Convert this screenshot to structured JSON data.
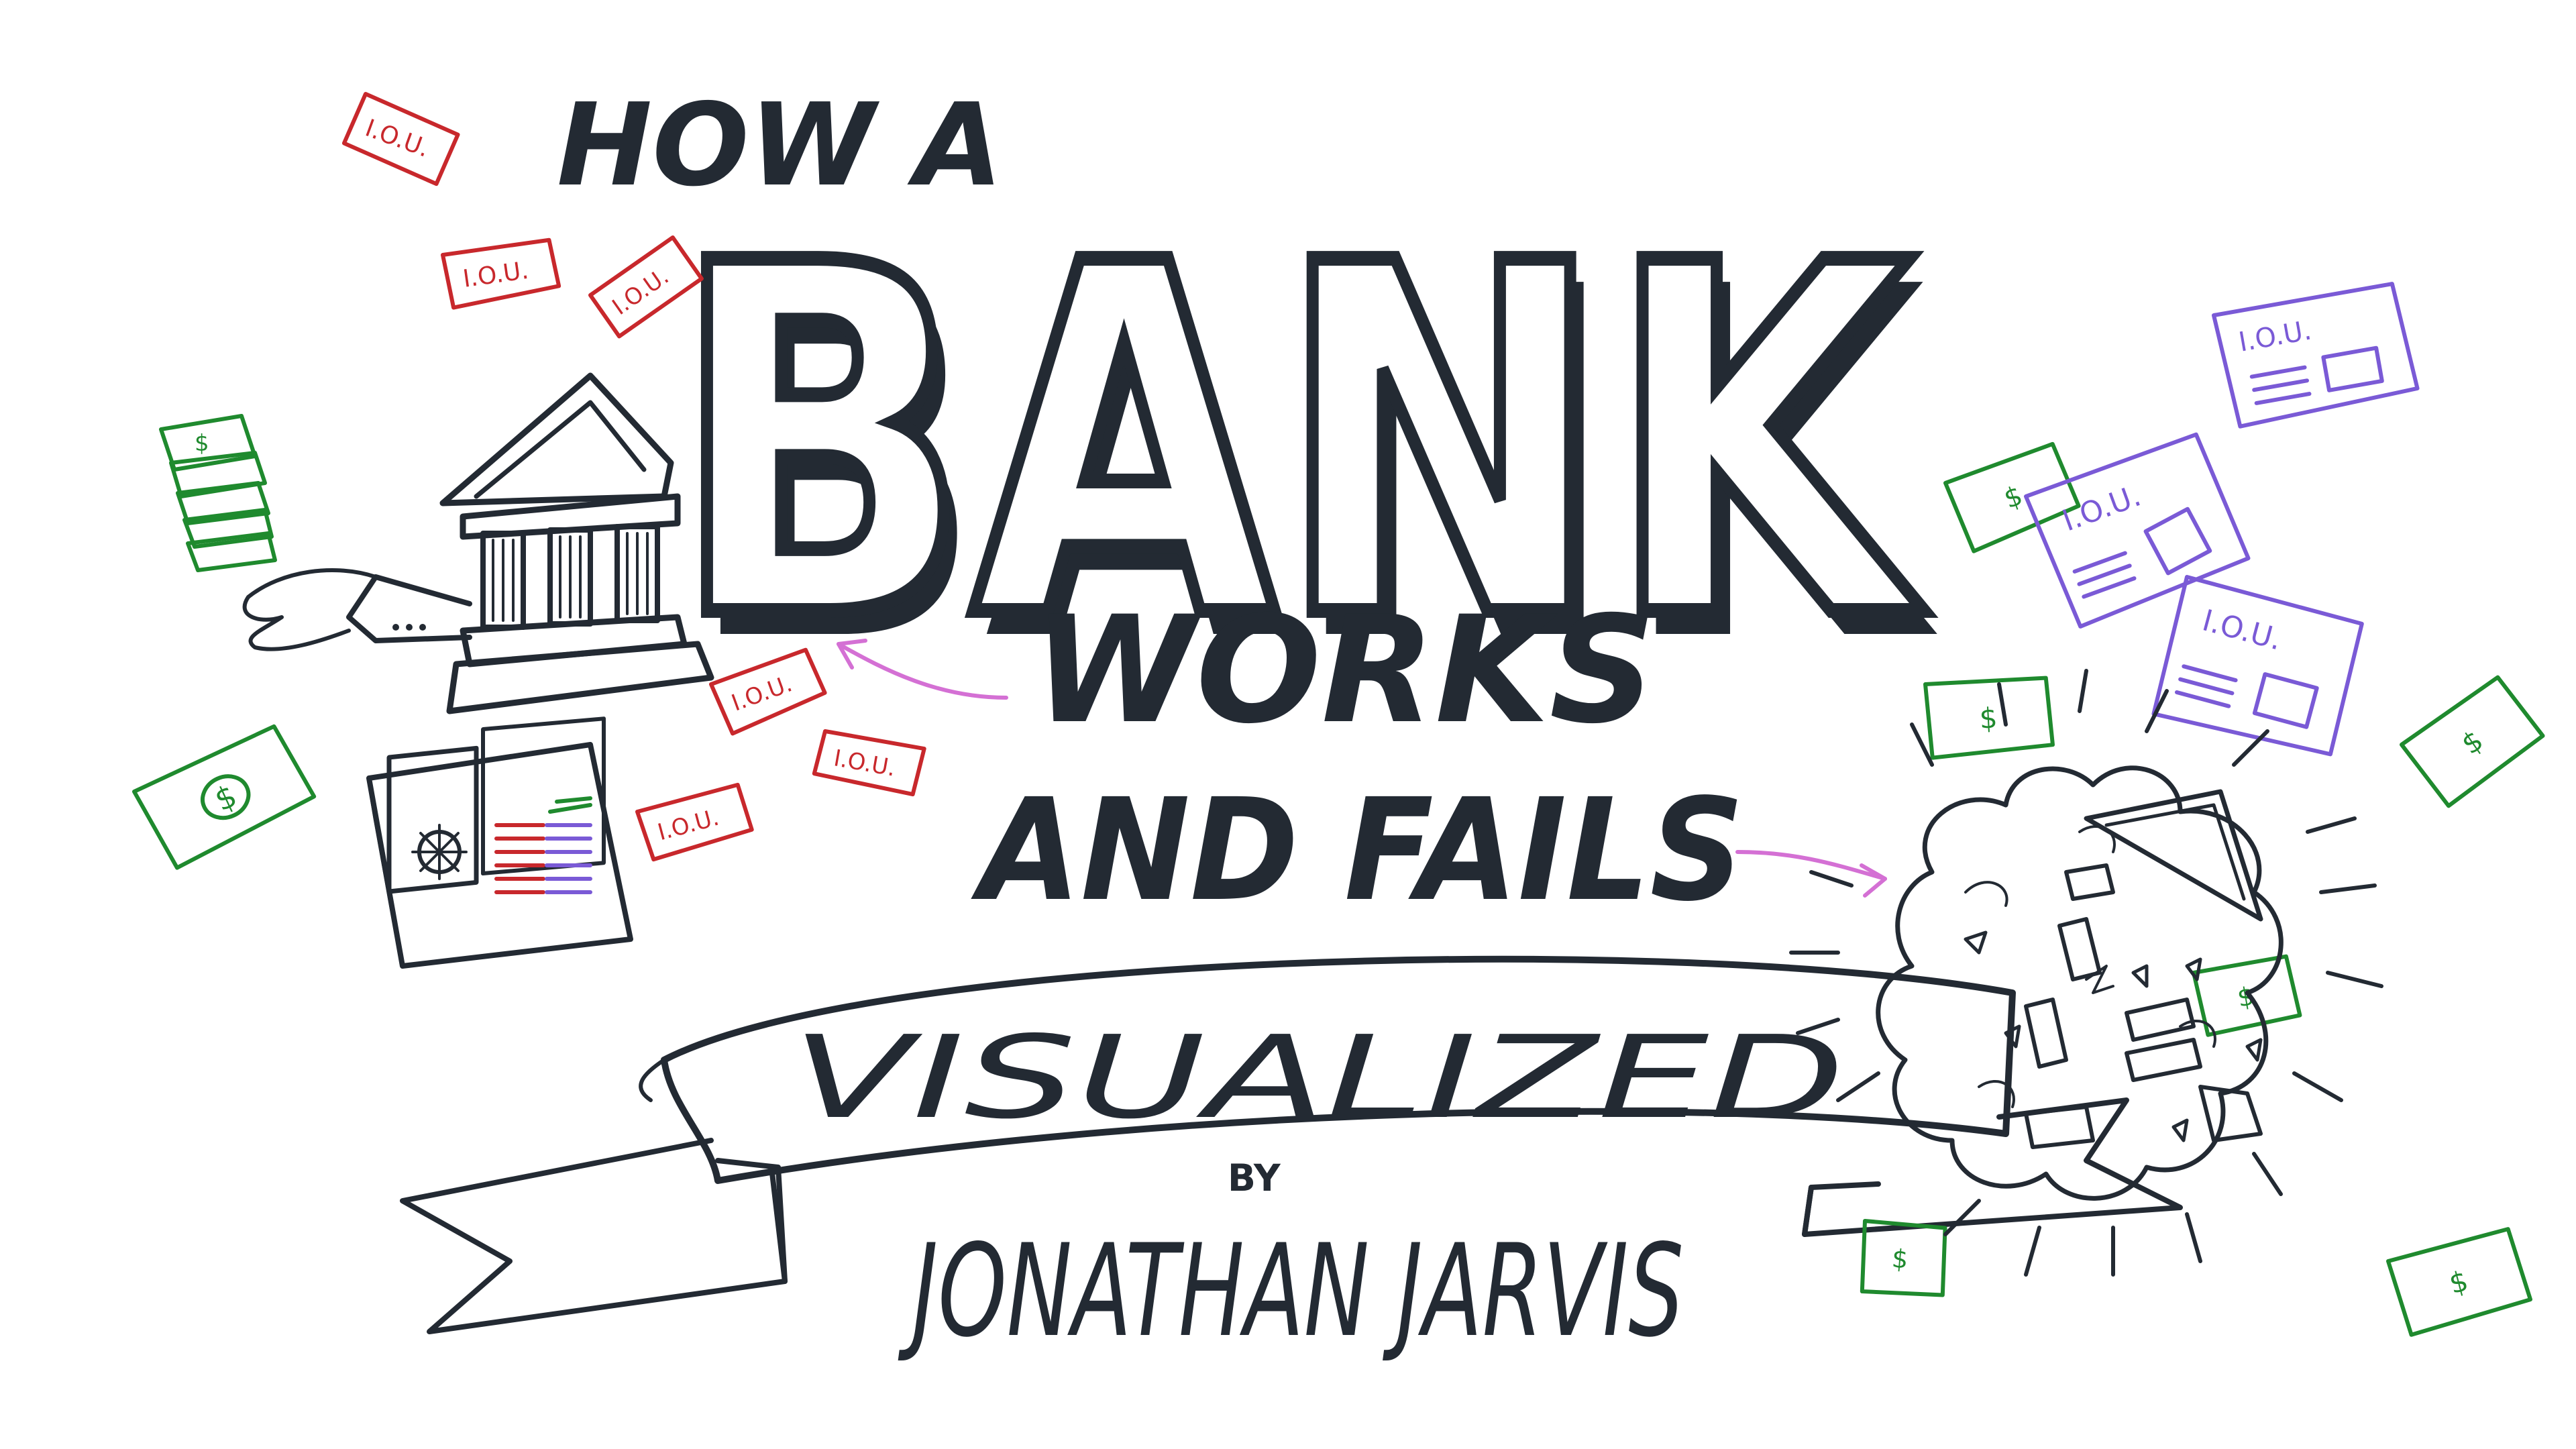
{
  "title": {
    "line1": "HOW A",
    "line2": "BANK",
    "line3": "WORKS",
    "line4": "AND FAILS"
  },
  "banner": {
    "text": "VISUALIZED"
  },
  "byline": {
    "by": "BY",
    "author": "JONATHAN JARVIS"
  },
  "notes": {
    "iou": "I.O.U.",
    "dollar": "$"
  },
  "colors": {
    "ink": "#232a33",
    "iou_red": "#c8282c",
    "money_green": "#1f8a2e",
    "bond_purple": "#7a5ad6",
    "arrow_pink": "#d470d4"
  }
}
